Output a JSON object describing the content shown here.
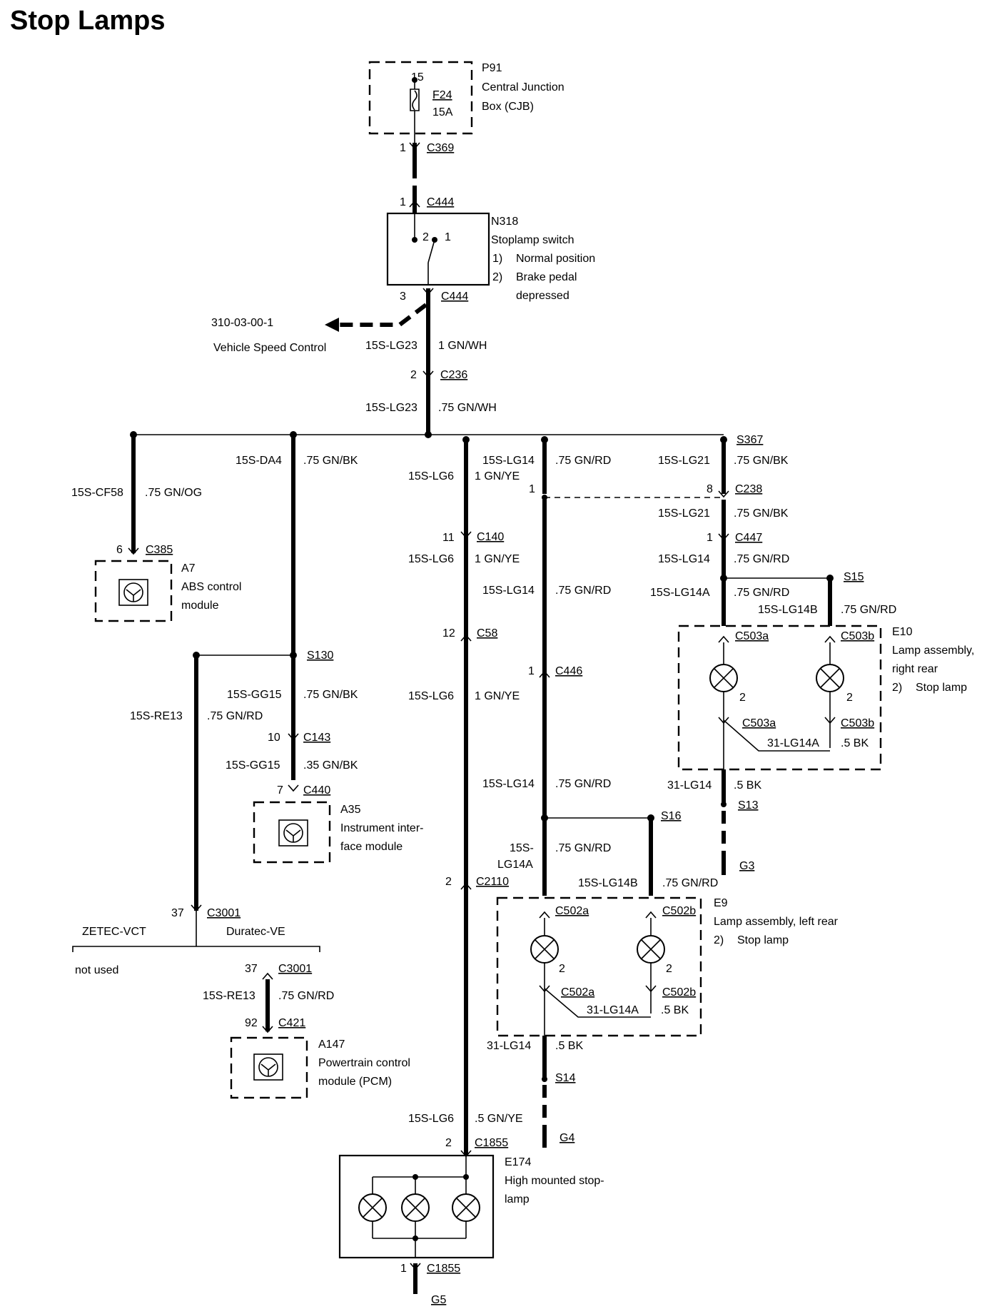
{
  "title": "Stop Lamps",
  "components": {
    "p91": {
      "id": "P91",
      "line1": "Central Junction",
      "line2": "Box (CJB)",
      "fuse": "F24",
      "rating": "15A",
      "pin": "15"
    },
    "n318": {
      "id": "N318",
      "name": "Stoplamp switch",
      "n1": "1)",
      "pos1": "Normal position",
      "n2": "2)",
      "pos2a": "Brake pedal",
      "pos2b": "depressed",
      "pinA": "2",
      "pinB": "1"
    },
    "a7": {
      "id": "A7",
      "line1": "ABS control",
      "line2": "module"
    },
    "a35": {
      "id": "A35",
      "line1": "Instrument inter-",
      "line2": "face module"
    },
    "a147": {
      "id": "A147",
      "line1": "Powertrain control",
      "line2": "module (PCM)"
    },
    "e10": {
      "id": "E10",
      "line1": "Lamp assembly,",
      "line2": "right rear",
      "num": "2)",
      "func": "Stop lamp"
    },
    "e9": {
      "id": "E9",
      "line1": "Lamp assembly, left rear",
      "num": "2)",
      "func": "Stop lamp"
    },
    "e174": {
      "id": "E174",
      "line1": "High mounted stop-",
      "line2": "lamp"
    }
  },
  "reference": {
    "code": "310-03-00-1",
    "name": "Vehicle Speed Control"
  },
  "engines": {
    "left": "ZETEC-VCT",
    "right": "Duratec-VE",
    "not_used": "not used"
  },
  "connectors": [
    "C369",
    "C444",
    "C444",
    "C236",
    "C385",
    "C140",
    "C58",
    "C238",
    "C447",
    "S367",
    "S15",
    "C503a",
    "C503b",
    "C503a",
    "C503b",
    "S130",
    "C143",
    "C440",
    "C446",
    "S16",
    "C2110",
    "C502a",
    "C502b",
    "C502a",
    "C502b",
    "S13",
    "G3",
    "C3001",
    "C3001",
    "C421",
    "S14",
    "G4",
    "C1855",
    "C1855",
    "G5"
  ],
  "pins": [
    "1",
    "1",
    "3",
    "2",
    "6",
    "11",
    "12",
    "1",
    "8",
    "1",
    "2",
    "2",
    "10",
    "7",
    "1",
    "2",
    "2",
    "2",
    "37",
    "37",
    "92",
    "2",
    "1"
  ],
  "circuits": [
    "15S-LG23",
    "15S-LG23",
    "15S-CF58",
    "15S-DA4",
    "15S-LG6",
    "15S-LG14",
    "15S-LG21",
    "15S-LG21",
    "15S-LG6",
    "15S-LG14",
    "15S-LG14",
    "15S-LG14A",
    "15S-LG14B",
    "31-LG14A",
    "15S-GG15",
    "15S-RE13",
    "15S-LG6",
    "15S-GG15",
    "15S-LG14",
    "31-LG14",
    "15S-",
    "LG14A",
    "15S-LG14B",
    "31-LG14A",
    "15S-RE13",
    "31-LG14",
    "15S-LG6"
  ],
  "wires": [
    "1 GN/WH",
    ".75 GN/WH",
    ".75 GN/OG",
    ".75 GN/BK",
    "1 GN/YE",
    ".75 GN/RD",
    ".75 GN/BK",
    ".75 GN/BK",
    "1 GN/YE",
    ".75 GN/RD",
    ".75 GN/RD",
    ".75 GN/RD",
    ".75 GN/RD",
    ".5 BK",
    ".75 GN/BK",
    ".75 GN/RD",
    "1 GN/YE",
    ".35 GN/BK",
    ".75 GN/RD",
    ".5 BK",
    ".75 GN/RD",
    ".75 GN/RD",
    ".5 BK",
    ".75 GN/RD",
    ".5 BK",
    ".5 GN/YE"
  ]
}
